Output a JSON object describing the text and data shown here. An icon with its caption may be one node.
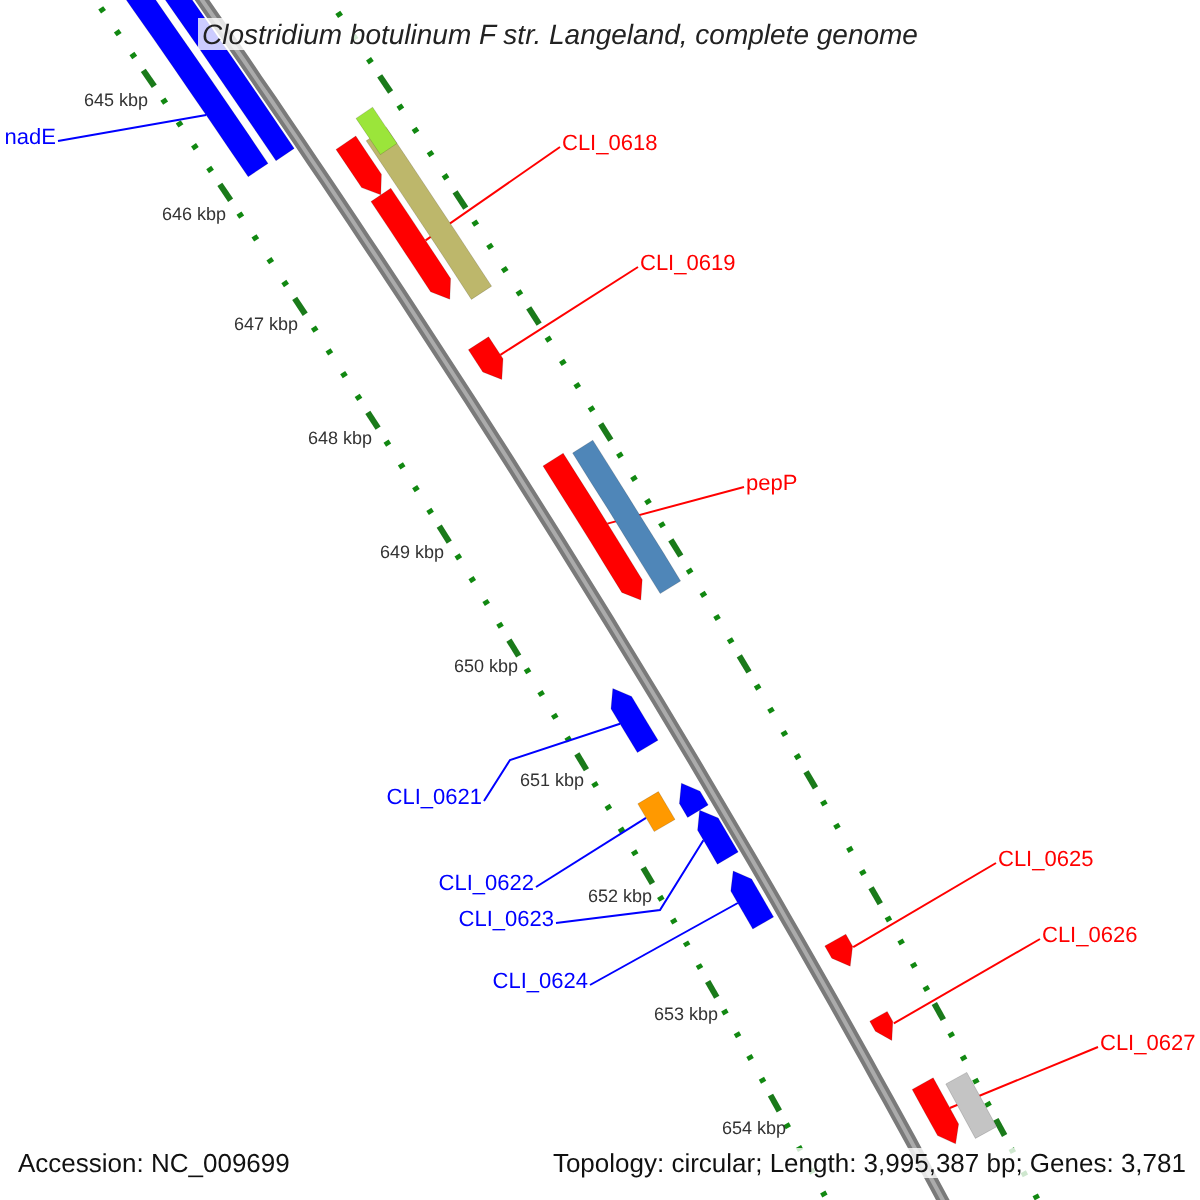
{
  "diagram": {
    "title": "Clostridium botulinum F str. Langeland, complete genome",
    "nodes": [
      {
        "text": [
          "nadE"
        ]
      },
      {
        "text": [],
        "shape": "arrow"
      },
      {
        "text": [
          "CLI_0618"
        ]
      },
      {
        "text": [],
        "shape": "arrow"
      },
      {
        "text": [
          "CLI_0619"
        ]
      },
      {
        "text": [],
        "shape": "arrow"
      },
      {
        "text": [
          "pepP"
        ]
      },
      {
        "text": [],
        "shape": "arrow"
      },
      {
        "text": [
          "CLI_0621"
        ]
      },
      {
        "text": [],
        "shape": "arrow"
      },
      {
        "text": [
          "CLI_0622"
        ]
      },
      {
        "text": [],
        "shape": "box"
      },
      {
        "text": [
          "CLI_0623"
        ]
      },
      {
        "text": [],
        "shape": "arrow"
      },
      {
        "text": [
          "CLI_0624"
        ]
      },
      {
        "text": [],
        "shape": "arrow"
      },
      {
        "text": [
          "CLI_0625"
        ]
      },
      {
        "text": [],
        "shape": "arrow"
      },
      {
        "text": [
          "CLI_0626"
        ]
      },
      {
        "text": [],
        "shape": "arrow"
      },
      {
        "text": [
          "CLI_0627"
        ]
      },
      {
        "text": [],
        "shape": "arrow"
      },
      {
        "text": [],
        "shape": "bar"
      },
      {
        "text": [],
        "shape": "arrow"
      },
      {
        "text": [],
        "shape": "bar"
      },
      {
        "text": [],
        "shape": "bar"
      },
      {
        "text": [],
        "shape": "bar"
      },
      {
        "text": [],
        "shape": "arrow"
      },
      {
        "text": [],
        "shape": "bar"
      }
    ],
    "edges": [
      {
        "from": 0,
        "to": 1,
        "arrow": "none",
        "color": "#0000ff"
      },
      {
        "from": 2,
        "to": 3,
        "arrow": "none"
      },
      {
        "from": 4,
        "to": 5,
        "arrow": "none"
      },
      {
        "from": 6,
        "to": 7,
        "arrow": "none"
      },
      {
        "from": 8,
        "to": 9,
        "arrow": "none",
        "color": "#0000ff"
      },
      {
        "from": 10,
        "to": 11,
        "arrow": "none",
        "color": "#0000ff"
      },
      {
        "from": 12,
        "to": 13,
        "arrow": "none",
        "color": "#0000ff"
      },
      {
        "from": 14,
        "to": 15,
        "arrow": "none",
        "color": "#0000ff"
      },
      {
        "from": 16,
        "to": 17,
        "arrow": "none"
      },
      {
        "from": 18,
        "to": 19,
        "arrow": "none"
      },
      {
        "from": 20,
        "to": 21,
        "arrow": "none"
      }
    ],
    "labels": [
      "645 kbp",
      "646 kbp",
      "647 kbp",
      "648 kbp",
      "649 kbp",
      "650 kbp",
      "651 kbp",
      "652 kbp",
      "653 kbp",
      "654 kbp",
      "Accession: NC_009699",
      "Topology: circular; Length: 3,995,387 bp; Genes: 3,781"
    ]
  }
}
